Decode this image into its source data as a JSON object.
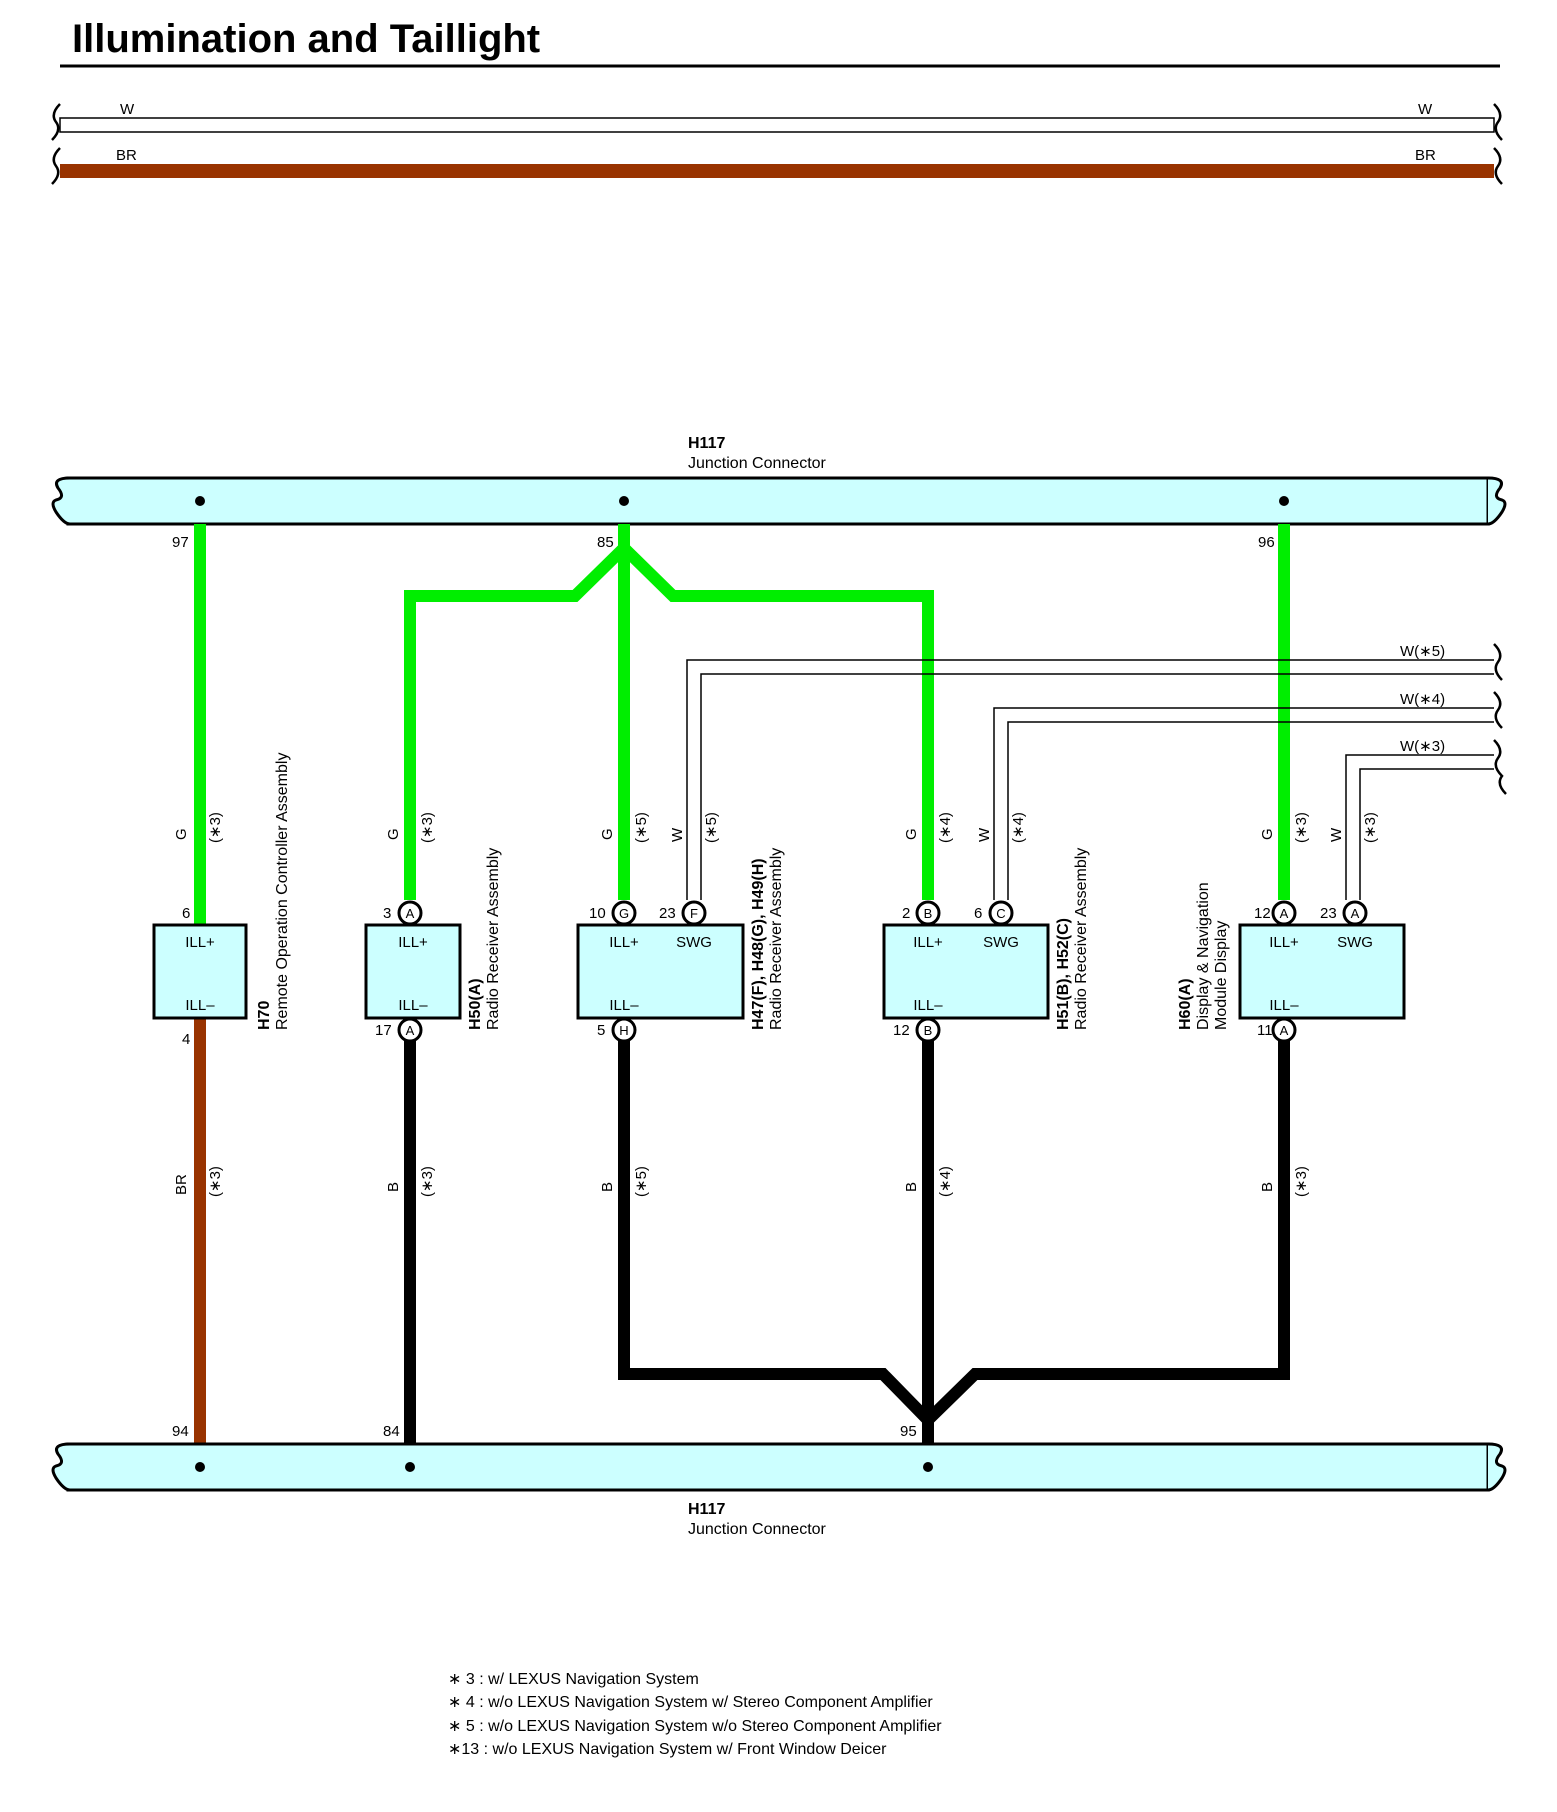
{
  "title": "Illumination and Taillight",
  "top_wires": {
    "white": "W",
    "brown": "BR"
  },
  "junction_connector": {
    "code": "H117",
    "name": "Junction Connector"
  },
  "top_pins": [
    "97",
    "85",
    "96"
  ],
  "bottom_pins": [
    "94",
    "84",
    "95"
  ],
  "external_wires": [
    "W(∗5)",
    "W(∗4)",
    "W(∗3)"
  ],
  "components": [
    {
      "code": "H70",
      "name": "Remote Operation Controller Assembly",
      "pin_top": "6",
      "pin_bottom": "4",
      "term_top": "ILL+",
      "term_bottom": "ILL–",
      "wire_top": {
        "color": "G",
        "note": "(∗3)"
      },
      "wire_bottom": {
        "color": "BR",
        "note": "(∗3)"
      }
    },
    {
      "code": "H50(A)",
      "name": "Radio Receiver Assembly",
      "pin_top": "3",
      "pin_top_letter": "A",
      "pin_bottom": "17",
      "pin_bottom_letter": "A",
      "term_top": "ILL+",
      "term_bottom": "ILL–",
      "wire_top": {
        "color": "G",
        "note": "(∗3)"
      },
      "wire_bottom": {
        "color": "B",
        "note": "(∗3)"
      }
    },
    {
      "code": "H47(F), H48(G), H49(H)",
      "name": "Radio Receiver Assembly",
      "pin_top": "10",
      "pin_top_letter": "G",
      "pin_swg": "23",
      "pin_swg_letter": "F",
      "pin_bottom": "5",
      "pin_bottom_letter": "H",
      "term_top": "ILL+",
      "term_swg": "SWG",
      "term_bottom": "ILL–",
      "wire_top": {
        "color": "G",
        "note": "(∗5)"
      },
      "wire_swg": {
        "color": "W",
        "note": "(∗5)"
      },
      "wire_bottom": {
        "color": "B",
        "note": "(∗5)"
      }
    },
    {
      "code": "H51(B), H52(C)",
      "name": "Radio Receiver Assembly",
      "pin_top": "2",
      "pin_top_letter": "B",
      "pin_swg": "6",
      "pin_swg_letter": "C",
      "pin_bottom": "12",
      "pin_bottom_letter": "B",
      "term_top": "ILL+",
      "term_swg": "SWG",
      "term_bottom": "ILL–",
      "wire_top": {
        "color": "G",
        "note": "(∗4)"
      },
      "wire_swg": {
        "color": "W",
        "note": "(∗4)"
      },
      "wire_bottom": {
        "color": "B",
        "note": "(∗4)"
      }
    },
    {
      "code": "H60(A)",
      "name": "Display & Navigation Module Display",
      "name_lines": [
        "Display & Navigation",
        "Module Display"
      ],
      "pin_top": "12",
      "pin_top_letter": "A",
      "pin_swg": "23",
      "pin_swg_letter": "A",
      "pin_bottom": "11",
      "pin_bottom_letter": "A",
      "term_top": "ILL+",
      "term_swg": "SWG",
      "term_bottom": "ILL–",
      "wire_top": {
        "color": "G",
        "note": "(∗3)"
      },
      "wire_swg": {
        "color": "W",
        "note": "(∗3)"
      },
      "wire_bottom": {
        "color": "B",
        "note": "(∗3)"
      }
    }
  ],
  "notes": [
    "∗ 3 : w/ LEXUS Navigation System",
    "∗ 4 : w/o LEXUS Navigation System w/ Stereo Component Amplifier",
    "∗ 5 : w/o LEXUS Navigation System w/o Stereo Component Amplifier",
    "∗13 : w/o LEXUS Navigation System w/ Front Window Deicer"
  ],
  "colors": {
    "green_wire": "#00ee00",
    "brown_wire": "#993300",
    "black_wire": "#000000",
    "connector_fill": "#ccffff"
  }
}
